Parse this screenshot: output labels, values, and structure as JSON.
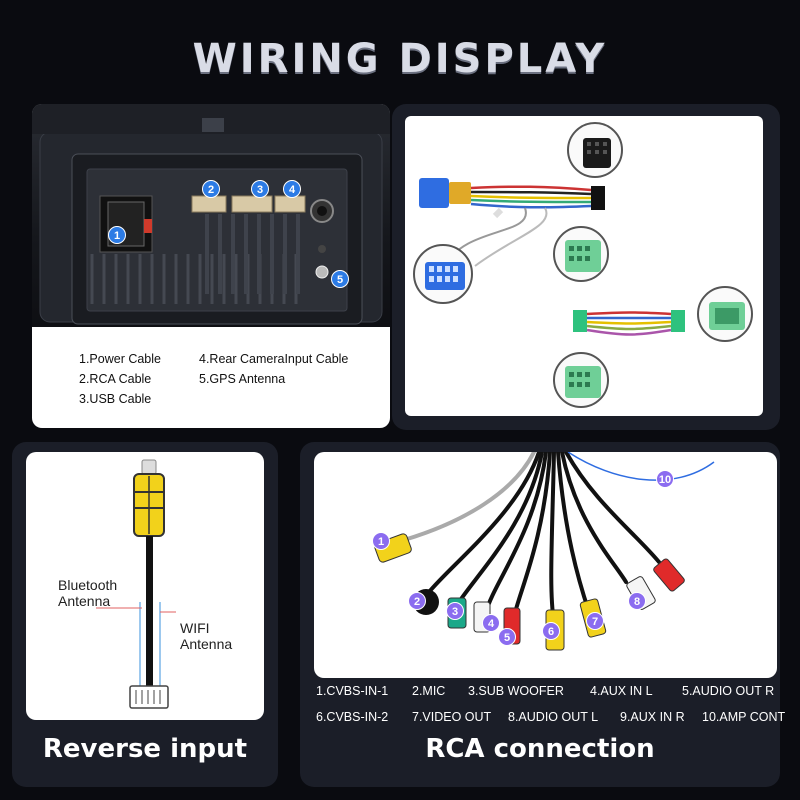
{
  "title": "WIRING DISPLAY",
  "head_unit": {
    "badges": [
      "1",
      "2",
      "3",
      "4",
      "5"
    ],
    "legend": [
      "1.Power Cable",
      "2.RCA Cable",
      "3.USB Cable",
      "4.Rear CameraInput Cable",
      "5.GPS Antenna"
    ]
  },
  "reverse": {
    "bluetooth_label": "Bluetooth\nAntenna",
    "bluetooth_line1": "Bluetooth",
    "bluetooth_line2": "Antenna",
    "wifi_line1": "WIFI",
    "wifi_line2": "Antenna",
    "caption": "Reverse input"
  },
  "rca": {
    "badges": [
      "1",
      "2",
      "3",
      "4",
      "5",
      "6",
      "7",
      "8",
      "10"
    ],
    "list_row1": [
      "1.CVBS-IN-1",
      "2.MIC",
      "3.SUB WOOFER",
      "4.AUX IN L",
      "5.AUDIO OUT R"
    ],
    "list_row2": [
      "6.CVBS-IN-2",
      "7.VIDEO OUT",
      "8.AUDIO OUT L",
      "9.AUX IN R",
      "10.AMP CONT"
    ],
    "caption": "RCA connection"
  },
  "colors": {
    "badge_blue": "#2c7be5",
    "badge_violet": "#8b6cf0",
    "yellow": "#f2d21b",
    "red": "#e02a2a",
    "green_teal": "#1ba889",
    "connector_green": "#6fcf97",
    "connector_blue": "#2f6de1"
  }
}
